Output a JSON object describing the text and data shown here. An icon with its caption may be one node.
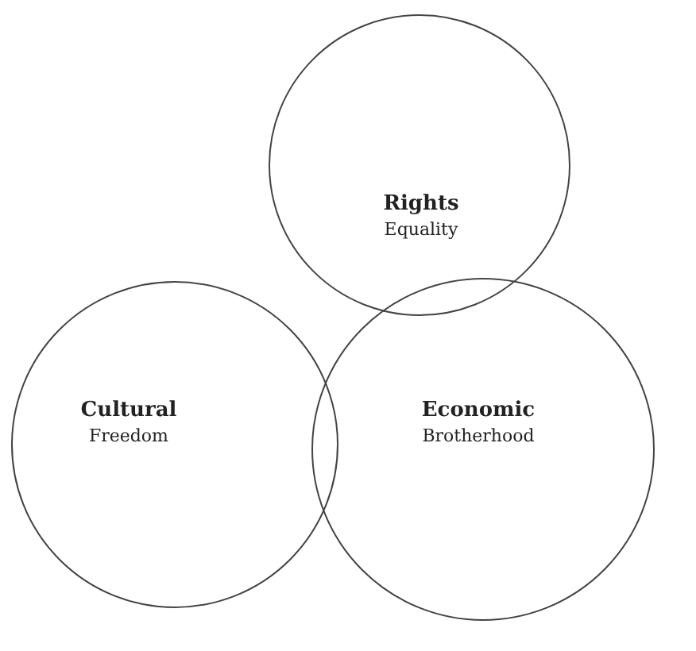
{
  "diagram": {
    "nodes": [
      {
        "text": [
          "Rights",
          "Equality"
        ]
      },
      {
        "text": [
          "Cultural",
          "Freedom"
        ]
      },
      {
        "text": [
          "Economic",
          "Brotherhood"
        ]
      }
    ]
  }
}
